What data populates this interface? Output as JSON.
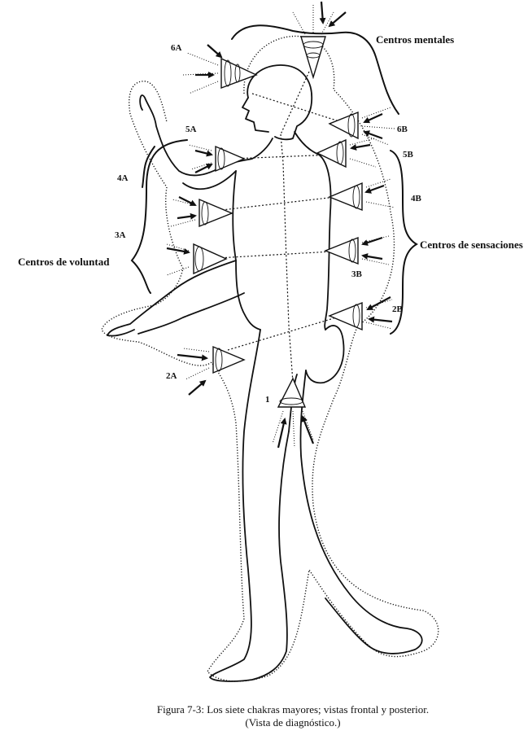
{
  "labels": {
    "centros_mentales": "Centros mentales",
    "centros_sensaciones": "Centros de sensaciones",
    "centros_voluntad": "Centros de voluntad",
    "c6a": "6A",
    "c6b": "6B",
    "c5a": "5A",
    "c5b": "5B",
    "c4a": "4A",
    "c4b": "4B",
    "c3a": "3A",
    "c3b": "3B",
    "c2a": "2A",
    "c2b": "2B",
    "c1": "1"
  },
  "caption": {
    "line1": "Figura 7-3:   Los siete chakras mayores; vistas frontal y posterior.",
    "line2": "(Vista de diagnóstico.)"
  }
}
